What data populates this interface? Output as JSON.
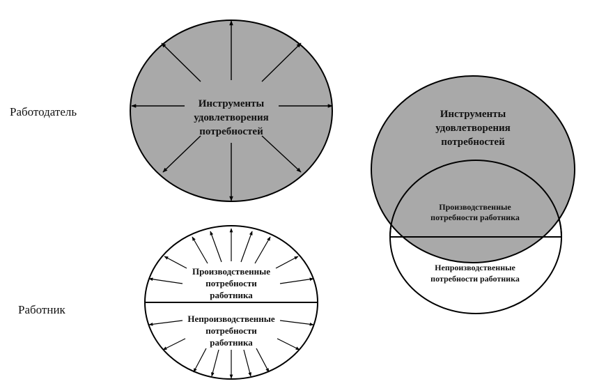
{
  "labels": {
    "employer": "Работодатель",
    "employee": "Работник"
  },
  "left_top_circle": {
    "lines": [
      "Инструменты",
      "удовлетворения",
      "потребностей"
    ]
  },
  "left_bottom_circle": {
    "upper_lines": [
      "Производственные",
      "потребности",
      "работника"
    ],
    "lower_lines": [
      "Непроизводственные",
      "потребности",
      "работника"
    ]
  },
  "right_diagram": {
    "gray_lines": [
      "Инструменты",
      "удовлетворения",
      "потребностей"
    ],
    "overlap_lines": [
      "Производственные",
      "потребности работника"
    ],
    "lower_lines": [
      "Непроизводственные",
      "потребности работника"
    ]
  },
  "colors": {
    "gray_fill": "#a9a9a9",
    "stroke": "#000000",
    "white_fill": "#ffffff"
  }
}
